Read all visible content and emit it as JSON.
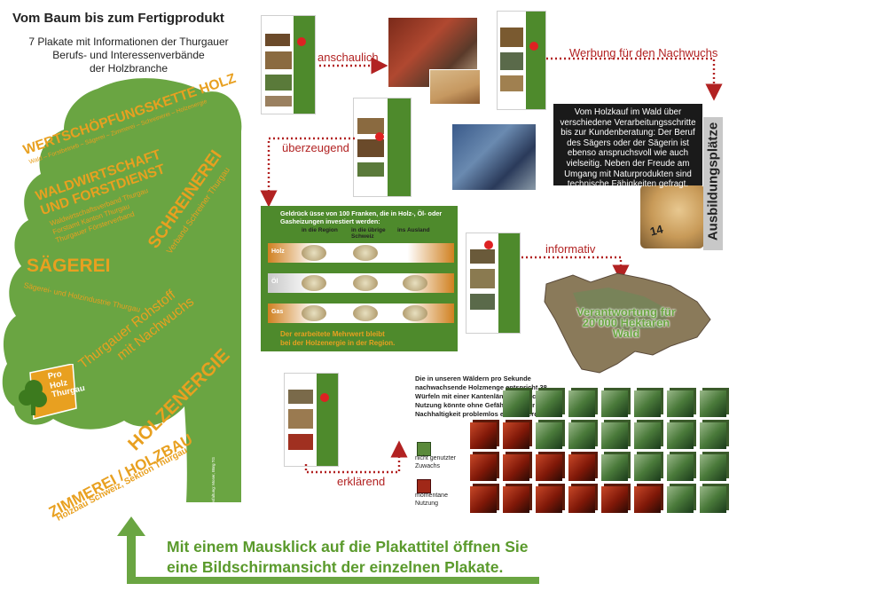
{
  "header": {
    "title": "Vom Baum bis zum Fertigprodukt",
    "subtitle_lines": [
      "7 Plakate mit Informationen der Thurgauer",
      "Berufs- und Interessenverbände",
      "der Holzbranche"
    ]
  },
  "tree": {
    "wertschoepfung": {
      "label": "WERTSCHÖPFUNGSKETTE HOLZ",
      "sub": "Wald – Forstbetrieb – Sägerei – Zimmerei – Schreinerei – Holzenergie"
    },
    "waldwirtschaft": {
      "label_line1": "WALDWIRTSCHAFT",
      "label_line2": "UND FORSTDIENST",
      "sub_line1": "Waldwirtschaftsverband Thurgau",
      "sub_line2": "Forstamt Kanton Thurgau",
      "sub_line3": "Thurgauer Försterverband"
    },
    "schreinerei": {
      "label": "SCHREINEREI",
      "sub": "Verband Schreiner Thurgau"
    },
    "saegerei": {
      "label": "SÄGEREI",
      "sub": "Sägerei- und Holzindustrie Thurgau"
    },
    "rohstoff": {
      "label_line1": "Thurgauer Rohstoff",
      "label_line2": "mit Nachwuchs"
    },
    "holzenergie": {
      "label": "HOLZENERGIE"
    },
    "zimmerei": {
      "label": "ZIMMEREI / HOLZBAU",
      "sub": "Holzbau Schweiz, Sektion Thurgau"
    },
    "logo_lines": [
      "Pro",
      "Holz",
      "Thurgau"
    ],
    "credit": "gesfaltung: Moser, Bürg TG"
  },
  "labels": {
    "anschaulich": "anschaulich",
    "werbung": "Werbung für den Nachwuchs",
    "ueberzeugend": "überzeugend",
    "informativ": "informativ",
    "erklaerend": "erklärend"
  },
  "info_box": {
    "text": "Vom Holzkauf im Wald über verschiedene Verarbeitungsschritte bis zur Kundenberatung: Der Beruf des Sägers oder der Sägerin ist ebenso anspruchsvoll wie auch vielseitig. Neben der Freude am Umgang mit Naturprodukten sind technische Fähigkeiten gefragt."
  },
  "ausbildung": {
    "label": "Ausbildungsplätze",
    "log_number": "14"
  },
  "geld_panel": {
    "header": "Geldrück  üsse von 100 Franken, die in Holz-, Öl- oder Gasheizungen investiert werden:",
    "col1": "in die Region",
    "col2": "in die übrige Schweiz",
    "col3": "ins Ausland",
    "row1": "Holz",
    "row2": "Öl",
    "row3": "Gas",
    "footer_line1": "Der erarbeitete Mehrwert bleibt",
    "footer_line2": "bei der Holzenergie in der Region."
  },
  "map": {
    "text_line1": "Verantwortung für",
    "text_line2": "20'000 Hektaren",
    "text_line3": "Wald"
  },
  "cubes_info": {
    "text": "Die in unseren Wäldern pro Sekunde nachwachsende Holzmenge entspricht 38 Würfeln mit einer Kantenlänge von 6 cm. Die Nutzung könnte ohne Gefährdung der Nachhaltigkeit problemlos erhöht werden.",
    "legend_green_line1": "nicht genutzter",
    "legend_green_line2": "Zuwachs",
    "legend_red_line1": "momentane",
    "legend_red_line2": "Nutzung"
  },
  "bottom": {
    "line1": "Mit einem Mausklick auf die Plakattitel öffnen Sie",
    "line2": "eine Bildschirmansicht der einzelnen Plakate."
  },
  "colors": {
    "tree_green": "#6aa542",
    "label_orange": "#e8a020",
    "red_label": "#b22222",
    "bottom_green": "#5a9a2c"
  }
}
